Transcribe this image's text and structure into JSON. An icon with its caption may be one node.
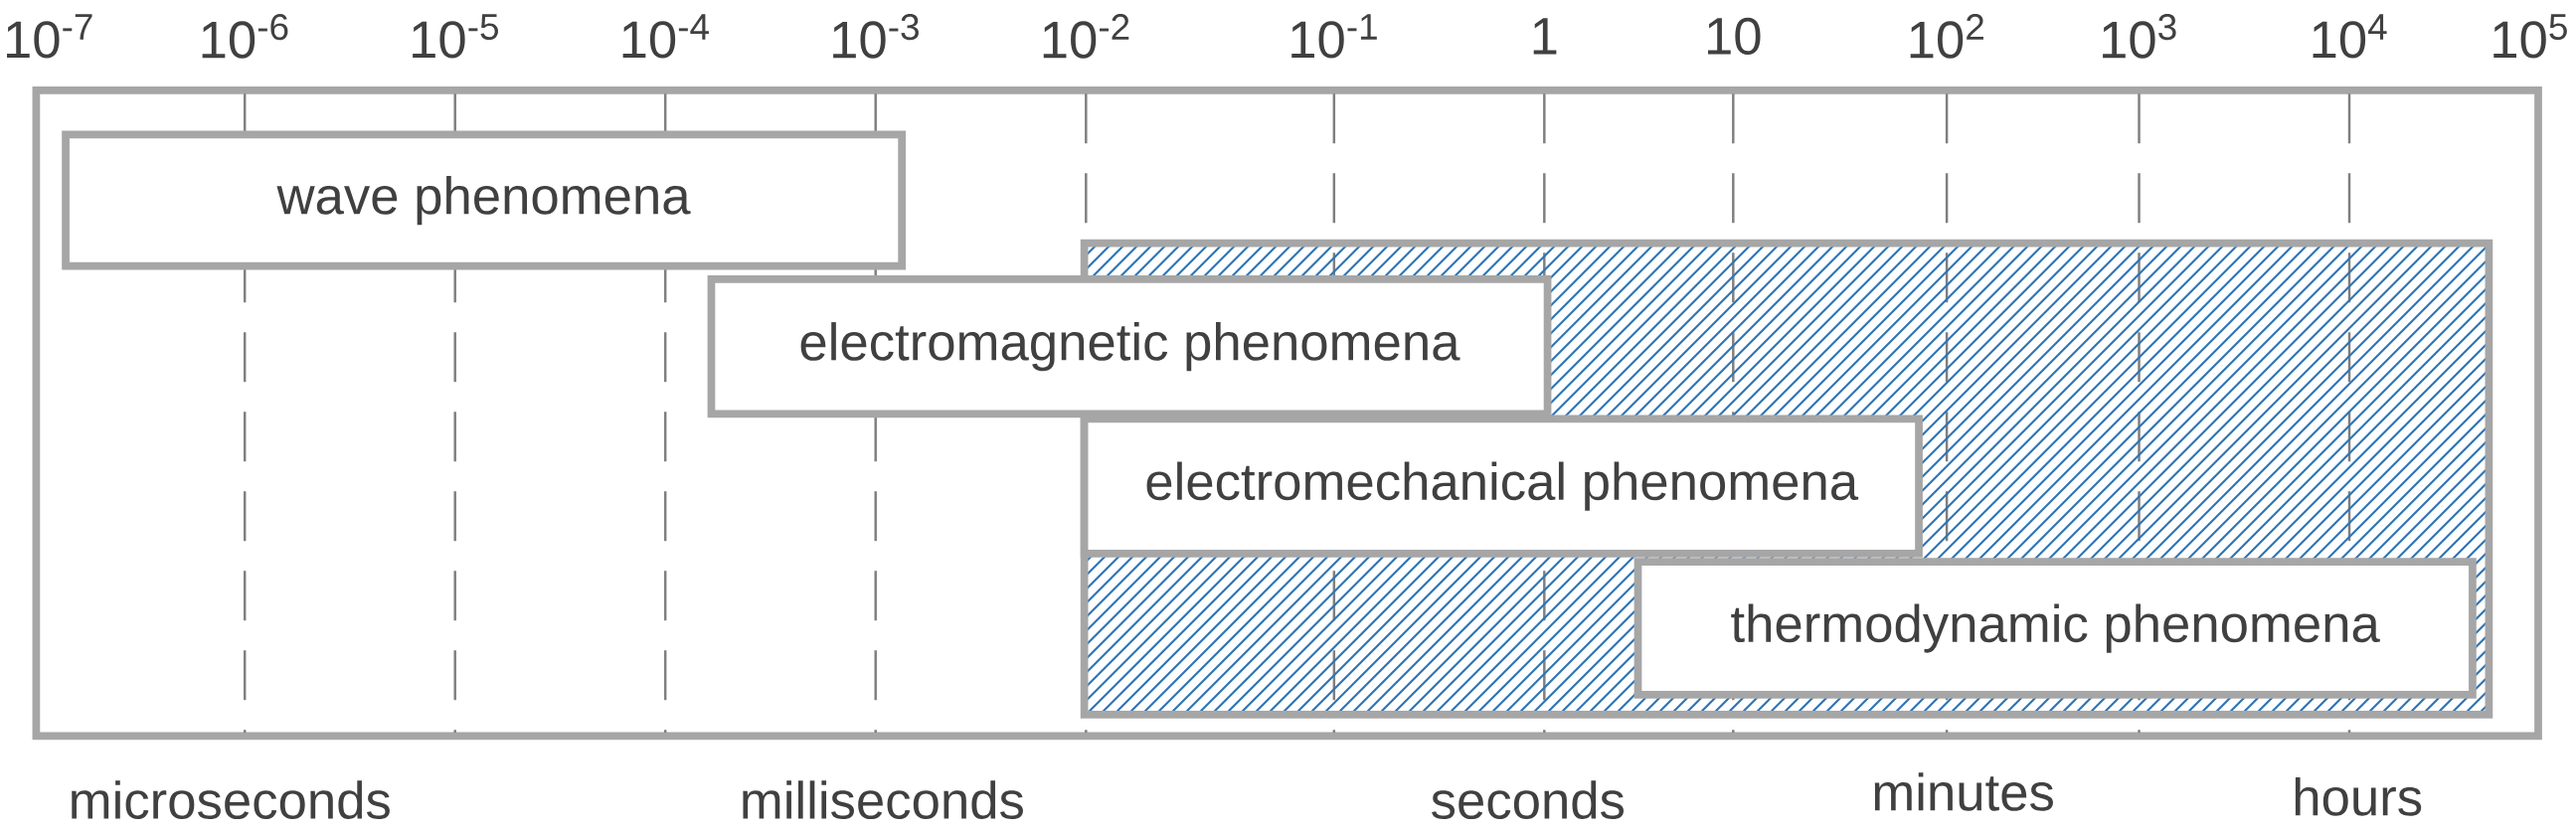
{
  "diagram": {
    "nodes": [
      {
        "text": [
          "wave phenomena"
        ]
      },
      {
        "text": [
          "electromagnetic phenomena"
        ]
      },
      {
        "text": [
          "electromechanical phenomena"
        ]
      },
      {
        "text": [
          "thermodynamic phenomena"
        ]
      }
    ],
    "edges": [],
    "labels": [
      "10$^{-7}$",
      "10$^{-6}$",
      "10$^{-5}$",
      "10$^{-4}$",
      "10$^{-3}$",
      "10$^{-2}$",
      "10$^{-1}$",
      "1",
      "10",
      "10$^{2}$",
      "10$^{3}$",
      "10$^{4}$",
      "10$^{5}$",
      "microseconds",
      "milliseconds",
      "seconds",
      "minutes",
      "hours"
    ]
  }
}
